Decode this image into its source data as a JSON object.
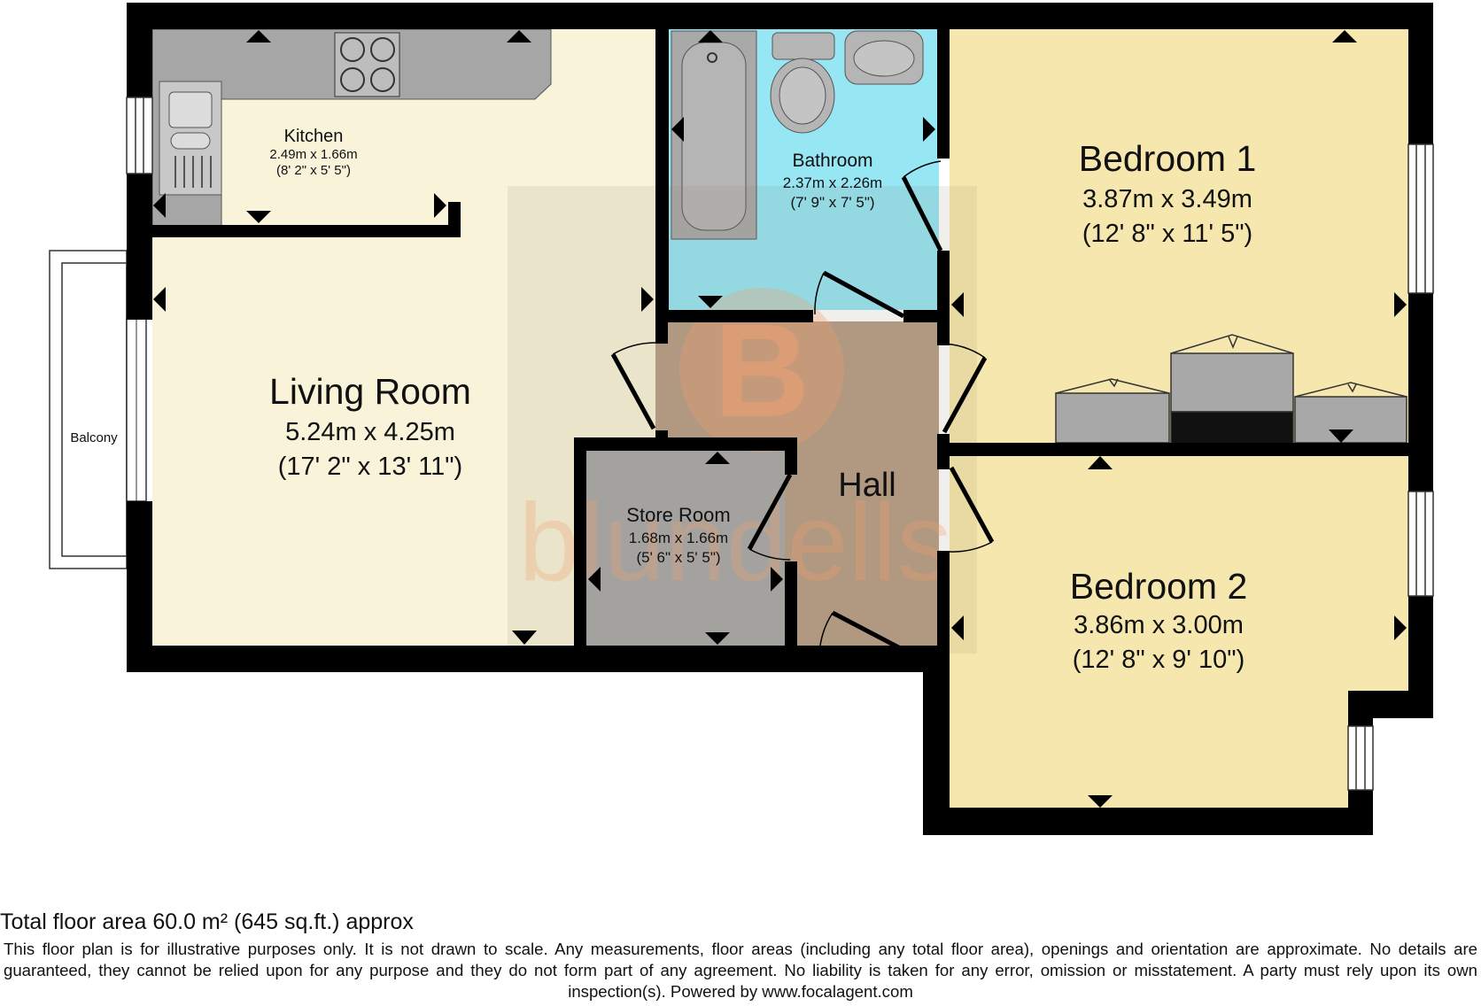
{
  "rooms": {
    "kitchen": {
      "name": "Kitchen",
      "size_m": "2.49m x 1.66m",
      "size_ft": "(8' 2\" x 5' 5\")"
    },
    "living": {
      "name": "Living Room",
      "size_m": "5.24m x 4.25m",
      "size_ft": "(17' 2\" x 13' 11\")"
    },
    "bathroom": {
      "name": "Bathroom",
      "size_m": "2.37m x 2.26m",
      "size_ft": "(7' 9\" x 7' 5\")"
    },
    "bedroom1": {
      "name": "Bedroom 1",
      "size_m": "3.87m x 3.49m",
      "size_ft": "(12' 8\" x 11' 5\")"
    },
    "bedroom2": {
      "name": "Bedroom 2",
      "size_m": "3.86m x 3.00m",
      "size_ft": "(12' 8\" x 9' 10\")"
    },
    "store": {
      "name": "Store Room",
      "size_m": "1.68m x 1.66m",
      "size_ft": "(5' 6\" x 5' 5\")"
    },
    "hall": {
      "name": "Hall"
    },
    "balcony": {
      "name": "Balcony"
    }
  },
  "watermark": {
    "letter": "B",
    "word": "blundells"
  },
  "colors": {
    "wall": "#000000",
    "kitchen_units": "#a6a6a6",
    "cream_floor": "#f8f3d9",
    "bedroom_floor": "#f6e7ae",
    "bathroom_floor": "#96e6f4",
    "hall_floor": "#b79d86",
    "store_floor": "#a8a8a8",
    "watermark": "#f0a070"
  },
  "footer": {
    "total_area": "Total floor area 60.0 m² (645 sq.ft.) approx",
    "disclaimer": "This floor plan is for illustrative purposes only. It is not drawn to scale. Any measurements, floor areas (including any total floor area), openings and orientation are approximate. No details are guaranteed, they cannot be relied upon for any purpose and they do not form part of any agreement. No liability is taken for any error, omission or misstatement. A party must rely upon its own inspection(s). Powered by www.focalagent.com"
  }
}
